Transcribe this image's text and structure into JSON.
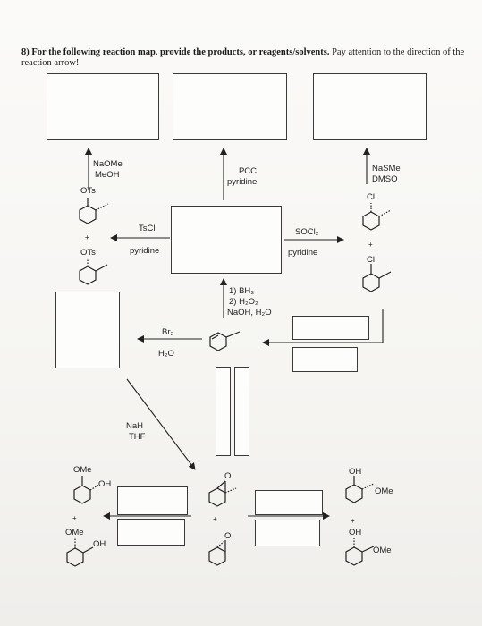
{
  "question": {
    "number": "8)",
    "lead": "For the following reaction map, provide the products, or reagents/solvents.",
    "tail": "Pay attention to the direction of the reaction arrow!"
  },
  "reagents": {
    "naome": "NaOMe",
    "meoh": "MeOH",
    "pcc": "PCC",
    "pyridine_1": "pyridine",
    "nasme": "NaSMe",
    "dmso": "DMSO",
    "tscl": "TsCl",
    "pyridine_2": "pyridine",
    "socl2": "SOCl₂",
    "pyridine_3": "pyridine",
    "hydroboration_1": "1) BH₃",
    "hydroboration_2": "2) H₂O₂",
    "hydroboration_3": "NaOH, H₂O",
    "br2": "Br₂",
    "h2o": "H₂O",
    "nah": "NaH",
    "thf": "THF"
  },
  "structures": {
    "ots_top": "OTs",
    "ots_bottom": "OTs",
    "cl_top": "Cl",
    "cl_bottom": "Cl",
    "ome_top": "OMe",
    "oh_top": "OH",
    "ome_bottom": "OMe",
    "oh_bottom": "OH",
    "oh_right_top": "OH",
    "ome_right_top": "OMe",
    "oh_right_bottom": "OH",
    "ome_right_bottom": "OMe",
    "o_epoxide_top": "O",
    "o_epoxide_bottom": "O",
    "plus_1": "+",
    "plus_2": "+",
    "plus_3": "+",
    "plus_4": "+",
    "plus_5": "+"
  }
}
